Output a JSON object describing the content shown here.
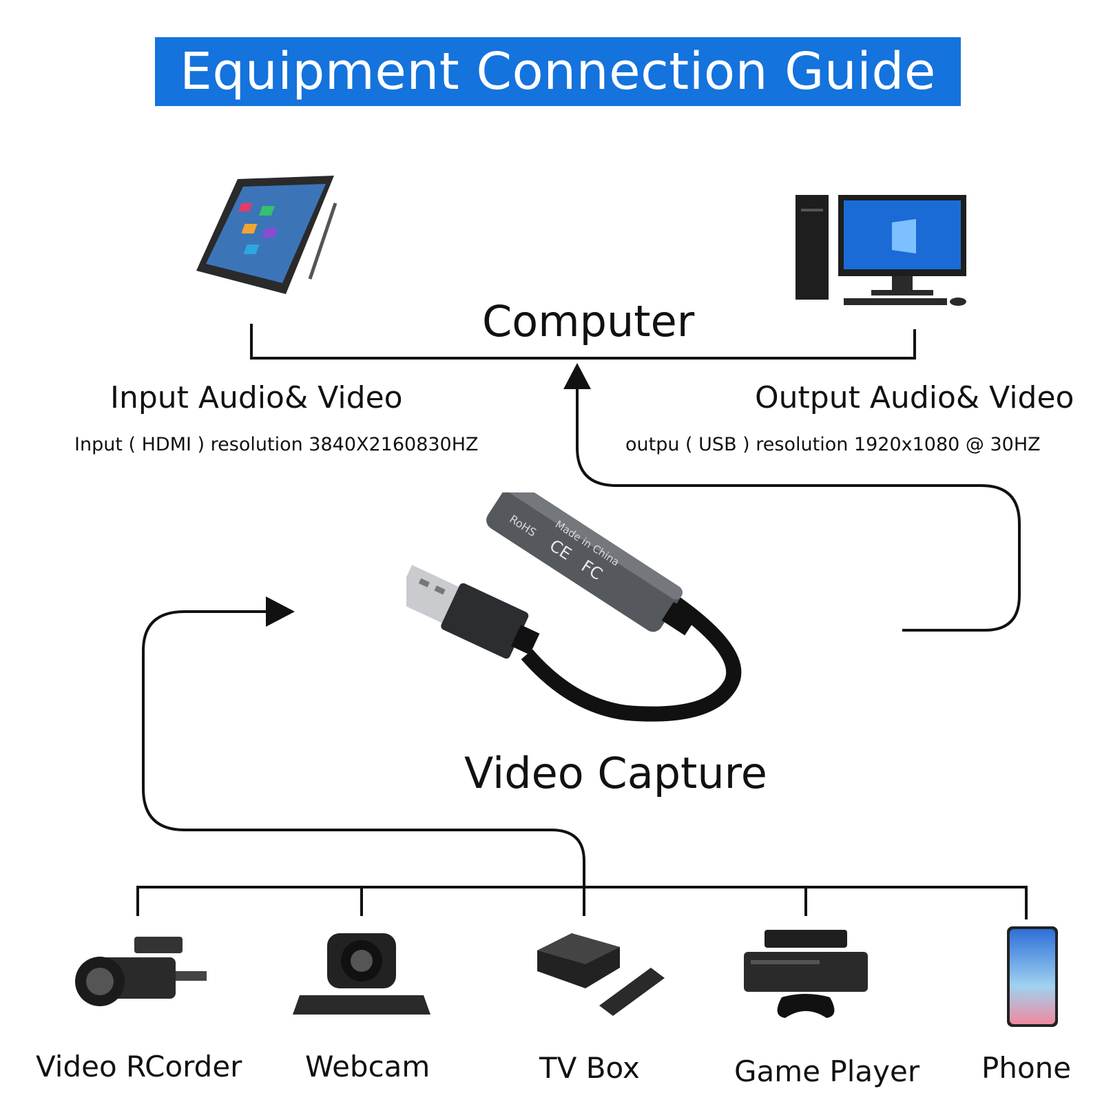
{
  "title": "Equipment Connection Guide",
  "computer": {
    "label": "Computer",
    "left_icon": "tablet-icon",
    "right_icon": "desktop-pc-icon"
  },
  "input": {
    "heading": "Input Audio& Video",
    "detail": "Input ( HDMI ) resolution 3840X2160830HZ"
  },
  "output": {
    "heading": "Output Audio& Video",
    "detail": "outpu ( USB ) resolution 1920x1080 @ 30HZ"
  },
  "capture": {
    "label": "Video Capture",
    "icon": "usb-capture-dongle-icon",
    "markings": [
      "Made in China",
      "RoHS",
      "CE",
      "FC"
    ]
  },
  "devices": [
    {
      "label": "Video RCorder",
      "icon": "camcorder-icon"
    },
    {
      "label": "Webcam",
      "icon": "webcam-icon"
    },
    {
      "label": "TV Box",
      "icon": "tv-box-icon"
    },
    {
      "label": "Game Player",
      "icon": "game-console-icon"
    },
    {
      "label": "Phone",
      "icon": "phone-icon"
    }
  ],
  "colors": {
    "banner": "#1473dc",
    "lines": "#111111"
  }
}
